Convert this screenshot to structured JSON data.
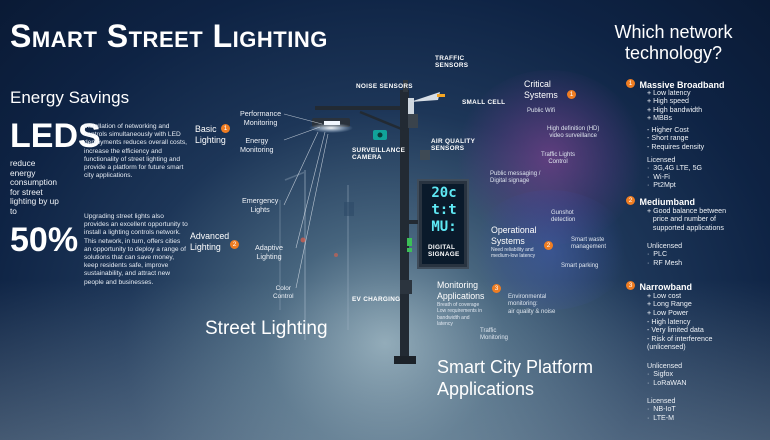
{
  "title": "Smart Street Lighting",
  "energy": {
    "heading": "Energy Savings",
    "leds": "LEDS",
    "reduce_text": "reduce\nenergy\nconsumption\nfor street\nlighting by up\nto",
    "percent": "50%",
    "para1": "Installation of networking and controls simultaneously with LED deployments reduces overall costs, increase the efficiency and functionality of street lighting and provide a platform for future smart city applications.",
    "para2": "Upgrading street lights also provides an excellent opportunity to install a lighting controls network. This network, in turn, offers cities an opportunity to deploy a range of solutions that can save money, keep residents safe, improve sustainability, and attract new people and businesses."
  },
  "lighting_labels": {
    "basic": "Basic\nLighting",
    "basic_num": "1",
    "advanced": "Advanced\nLighting",
    "advanced_num": "2",
    "performance": "Performance\nMonitoring",
    "energy": "Energy\nMonitoring",
    "emergency": "Emergency\nLights",
    "adaptive": "Adaptive\nLighting",
    "color": "Color\nControl"
  },
  "pole_labels": {
    "traffic_sensors": "TRAFFIC\nSENSORS",
    "noise": "NOISE SENSORS",
    "small_cell": "SMALL CELL",
    "surveillance": "SURVEILLANCE\nCAMERA",
    "air": "AIR QUALITY\nSENSORS",
    "digital": "DIGITAL\nSIGNAGE",
    "ev": "EV CHARGING",
    "sign_text": "20c\nt:t\nMU:"
  },
  "street_lighting": "Street Lighting",
  "platform": {
    "critical": "Critical\nSystems",
    "critical_num": "1",
    "public_wifi": "Public Wifi",
    "hd_video": "High definition (HD)\nvideo surveillance",
    "traffic_lights": "Traffic Lights\nControl",
    "public_msg": "Public messaging /\nDigital signage",
    "gunshot": "Gunshot\ndetection",
    "operational": "Operational\nSystems",
    "operational_num": "2",
    "operational_sub": "Need reliability and\nmedium-low latency",
    "smart_waste": "Smart waste\nmanagement",
    "smart_parking": "Smart parking",
    "monitoring": "Monitoring\nApplications",
    "monitoring_num": "3",
    "monitoring_sub": "Breath of coverage\nLow requirements in\nbandwidth and\nlatency",
    "environmental": "Environmental\nmonitoring:\nair quality & noise",
    "traffic_monitoring": "Traffic\nMonitoring",
    "footer": "Smart City Platform\nApplications"
  },
  "network": {
    "heading": "Which network\ntechnology?",
    "massive": {
      "num": "1",
      "title": "Massive Broadband",
      "pros": "+ Low latency\n+ High speed\n+ High bandwidth\n+ MBBs",
      "cons": "- Higher Cost\n- Short range\n- Requires density",
      "licensed": "Licensed\n·  3G,4G LTE, 5G\n·  Wi-Fi\n·  Pt2Mpt"
    },
    "medium": {
      "num": "2",
      "title": "Mediumband",
      "pros": "+ Good balance between\n   price and number of\n   supported applications",
      "unlicensed": "Unlicensed\n·  PLC\n·  RF Mesh"
    },
    "narrow": {
      "num": "3",
      "title": "Narrowband",
      "pros": "+ Low cost\n+ Long Range\n+ Low Power",
      "cons": "- High latency\n- Very limited data\n- Risk of interference\n(unlicensed)",
      "unlicensed": "Unlicensed\n·  Sigfox\n·  LoRaWAN",
      "licensed": "Licensed\n·  NB-IoT\n·  LTE-M"
    }
  },
  "colors": {
    "accent": "#ef7d22",
    "bg_dark": "#0e2344",
    "sign_cyan": "#5fe9f5"
  }
}
